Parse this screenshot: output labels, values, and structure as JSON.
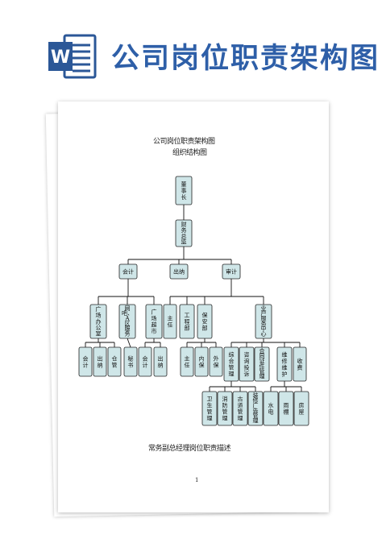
{
  "header": {
    "title": "公司岗位职责架构图",
    "icon": "word-document-icon",
    "icon_letter": "W",
    "icon_color": "#2b5797"
  },
  "document": {
    "title_line1": "公司岗位职责架构图",
    "title_line2": "组织结构图",
    "footer_note": "常务副总经理岗位职责描述",
    "page_number": "1"
  },
  "org_chart": {
    "nodes": [
      {
        "id": "chairman",
        "label": "董\n事\n长"
      },
      {
        "id": "finance_director",
        "label": "财\n务\n总\n监"
      },
      {
        "id": "accounting",
        "label": "会计"
      },
      {
        "id": "cashier",
        "label": "出纳"
      },
      {
        "id": "audit",
        "label": "审计"
      },
      {
        "id": "square_office",
        "label": "广\n场\n办\n公\n室"
      },
      {
        "id": "netbar_a",
        "label": "网\n吧、\nA\n区\n服\n务"
      },
      {
        "id": "square_market",
        "label": "广\n场\n超\n市"
      },
      {
        "id": "director",
        "label": "主\n任"
      },
      {
        "id": "engineering",
        "label": "工\n程\n部"
      },
      {
        "id": "security",
        "label": "保\n安\n部"
      },
      {
        "id": "owner_service",
        "label": "业\n户\n服\n务\n中\n心"
      },
      {
        "id": "so_accounting",
        "label": "会\n计"
      },
      {
        "id": "so_cashier",
        "label": "出\n纳"
      },
      {
        "id": "so_warehouse",
        "label": "仓\n管"
      },
      {
        "id": "nb_secretary",
        "label": "秘\n书"
      },
      {
        "id": "sm_accounting",
        "label": "会\n计"
      },
      {
        "id": "sm_cashier",
        "label": "出\n纳"
      },
      {
        "id": "sec_director",
        "label": "主\n任"
      },
      {
        "id": "sec_inner",
        "label": "内\n保"
      },
      {
        "id": "sec_outer",
        "label": "外\n保"
      },
      {
        "id": "general_mgmt",
        "label": "综\n合\n管\n理"
      },
      {
        "id": "consulting",
        "label": "咨\n询\n投\n诉"
      },
      {
        "id": "certificate",
        "label": "合\n同\n证\n件\n管\n理"
      },
      {
        "id": "maintenance",
        "label": "维\n修\n维\n护"
      },
      {
        "id": "fees",
        "label": "收\n费"
      },
      {
        "id": "hygiene",
        "label": "卫\n生\n管\n理"
      },
      {
        "id": "fire",
        "label": "消\n防\n管\n理"
      },
      {
        "id": "antique",
        "label": "古\n道\n管\n理"
      },
      {
        "id": "decoration",
        "label": "装\n修\n广\n告\n管\n理"
      },
      {
        "id": "water_elec",
        "label": "水\n电"
      },
      {
        "id": "canopy",
        "label": "雨\n棚"
      },
      {
        "id": "housing",
        "label": "房\n屋"
      }
    ]
  }
}
